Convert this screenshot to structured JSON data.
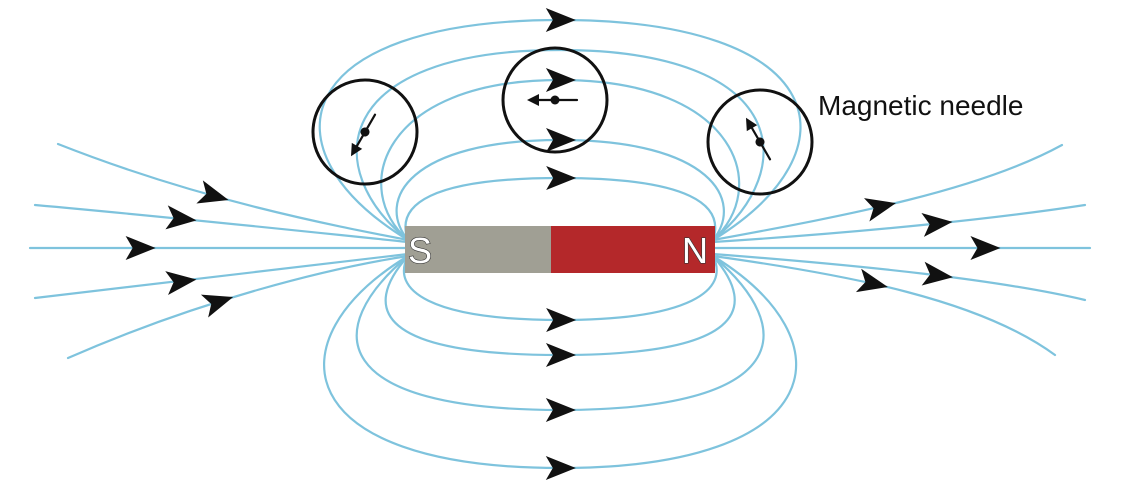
{
  "magnet": {
    "south_label": "S",
    "north_label": "N"
  },
  "labels": {
    "needle_label": "Magnetic needle"
  },
  "colors": {
    "field_line": "#7ec3dd",
    "south_pole": "#a09f94",
    "north_pole": "#b4282a",
    "arrow": "#111111",
    "needle": "#111111"
  }
}
